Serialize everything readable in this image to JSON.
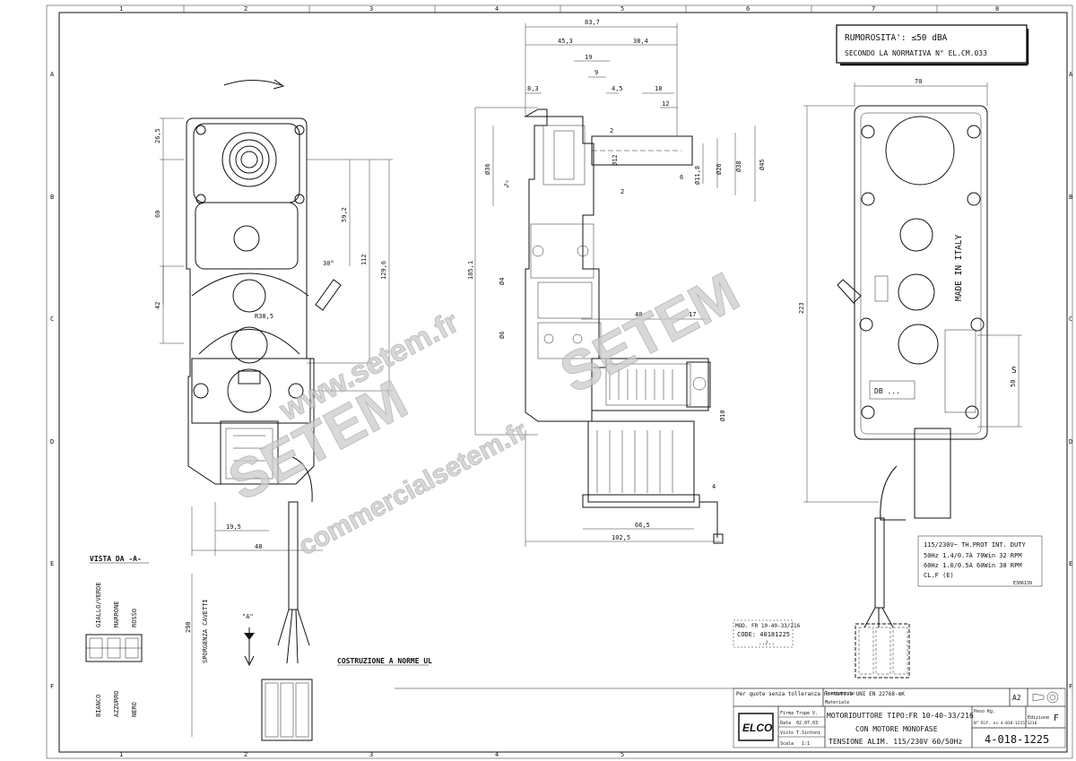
{
  "frame": {
    "top_cols": [
      "1",
      "2",
      "3",
      "4",
      "5",
      "6",
      "7",
      "8"
    ],
    "side_rows": [
      "A",
      "B",
      "C",
      "D",
      "E",
      "F"
    ]
  },
  "noise_note": {
    "line1": "RUMOROSITA': ≤50 dBA",
    "line2": "SECONDO LA NORMATIVA N° EL.CM.033"
  },
  "front_view": {
    "dims": [
      "26,5",
      "60",
      "42",
      "59,2",
      "112",
      "129,6",
      "30°",
      "R38,5",
      "19,5",
      "48",
      "290"
    ],
    "vertical_label": "SPORGENZA CAVETTI",
    "arrow_label": "\"A\""
  },
  "side_view": {
    "dims": [
      "83,7",
      "45,3",
      "38,4",
      "19",
      "9",
      "4,5",
      "18",
      "12",
      "8,3",
      "2",
      "Ø36",
      "2°",
      "Ø12",
      "6",
      "Ø11,8",
      "Ø26",
      "Ø38",
      "Ø45",
      "2",
      "185,1",
      "Ø4",
      "Ø6",
      "40",
      "17",
      "Ø10",
      "4",
      "66,5",
      "102,5"
    ]
  },
  "back_view": {
    "dims": [
      "70",
      "223",
      "50"
    ],
    "made_in": "MADE IN ITALY",
    "db_label": "DB ...",
    "s_mark": "S"
  },
  "rating_plate": {
    "row1": "115/230V~  TH.PROT  INT. DUTY",
    "row2": "50Hz  1.4/0.7A  70Win  32 RPM",
    "row3": "60Hz  1.0/0.5A  60Win  38 RPM",
    "row4": "CL.F       (E)",
    "cert": "E306139"
  },
  "vista": {
    "title": "VISTA DA -A-",
    "wires_top": [
      "GIALLO/VERDE",
      "MARRONE",
      "ROSSO"
    ],
    "wires_bottom": [
      "BIANCO",
      "AZZURRO",
      "NERO"
    ]
  },
  "ul_note": "COSTRUZIONE A NORME UL",
  "model_box": {
    "line1": "MOD. FR 10-40-33/216",
    "line2": "CODE: 40181225",
    "line3": "../.."
  },
  "title_block": {
    "tolerance": "Per quote senza tolleranza normativa UNI EN 22768-mK",
    "trattamento": "Trattamento",
    "materiale": "Materiale",
    "format": "A2",
    "firma_label": "Firma",
    "firma_value": "Trope V.",
    "data_label": "Data",
    "data_value": "02.07.03",
    "visto_label": "Visto",
    "visto_value": "T.Sintoni",
    "scala_label": "Scala",
    "scala_value": "1:1",
    "title1": "MOTORIDUTTORE TIPO:FR 10-40-33/216",
    "title2": "CON MOTORE MONOFASE",
    "title3": "TENSIONE ALIM. 115/230V  60/50Hz",
    "peso_label": "Peso Kg.",
    "file_label": "N° Rif. ns 4-018-1215/1216",
    "edizione_label": "Edizione",
    "edizione_value": "F",
    "drawing_no": "4-018-1225",
    "logo": "ELCO"
  },
  "watermarks": [
    "www.setem.fr",
    "SETEM",
    "SETEM",
    "commercialsetem.fr"
  ]
}
